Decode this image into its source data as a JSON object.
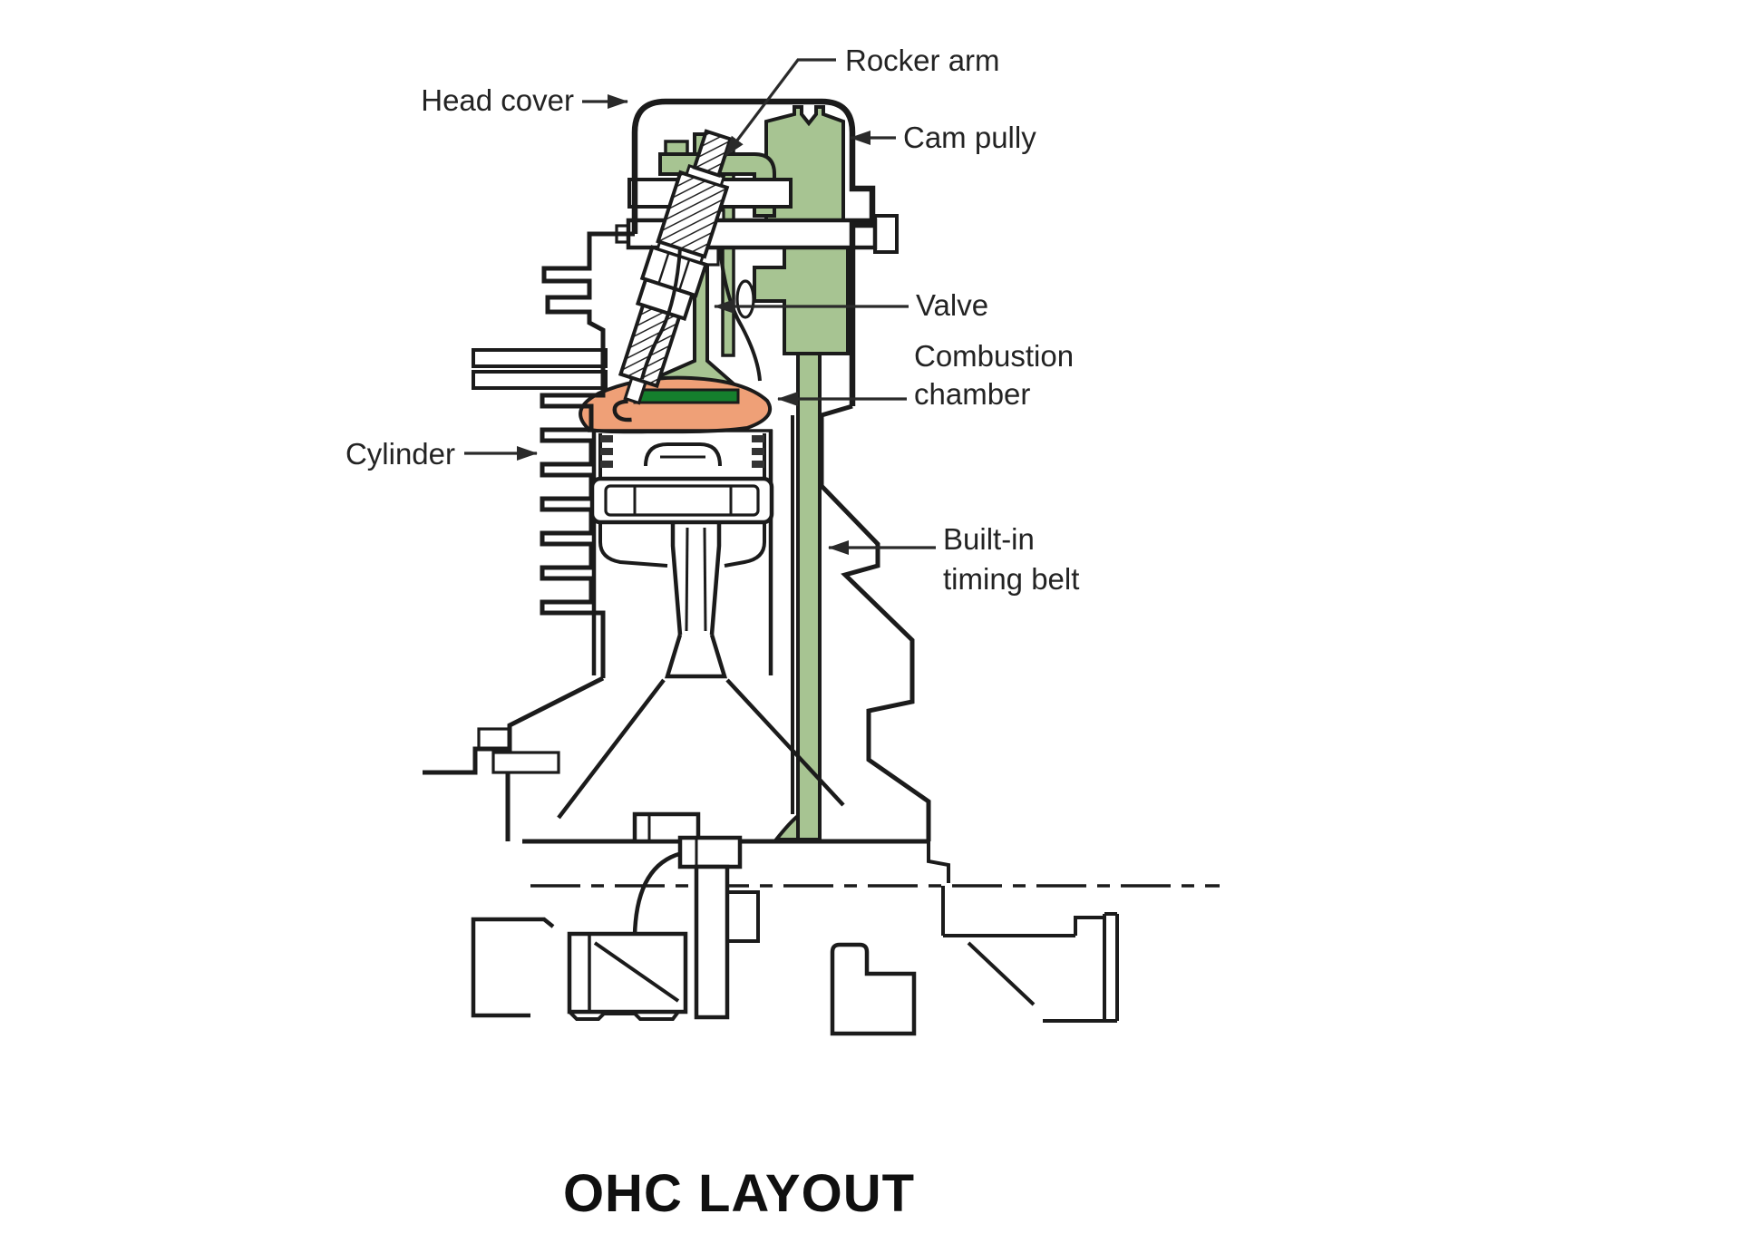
{
  "diagram": {
    "title": "OHC LAYOUT",
    "labels": {
      "rocker_arm": "Rocker arm",
      "head_cover": "Head cover",
      "cam_pully": "Cam pully",
      "valve": "Valve",
      "combustion_1": "Combustion",
      "combustion_2": "chamber",
      "cylinder": "Cylinder",
      "timing_belt_1": "Built-in",
      "timing_belt_2": "timing belt"
    },
    "colors": {
      "component_green": "#a7c492",
      "valve_seat_green": "#157f2d",
      "combustion_orange": "#efa077",
      "outline_black": "#1b1b1b",
      "background_white": "#ffffff"
    }
  }
}
